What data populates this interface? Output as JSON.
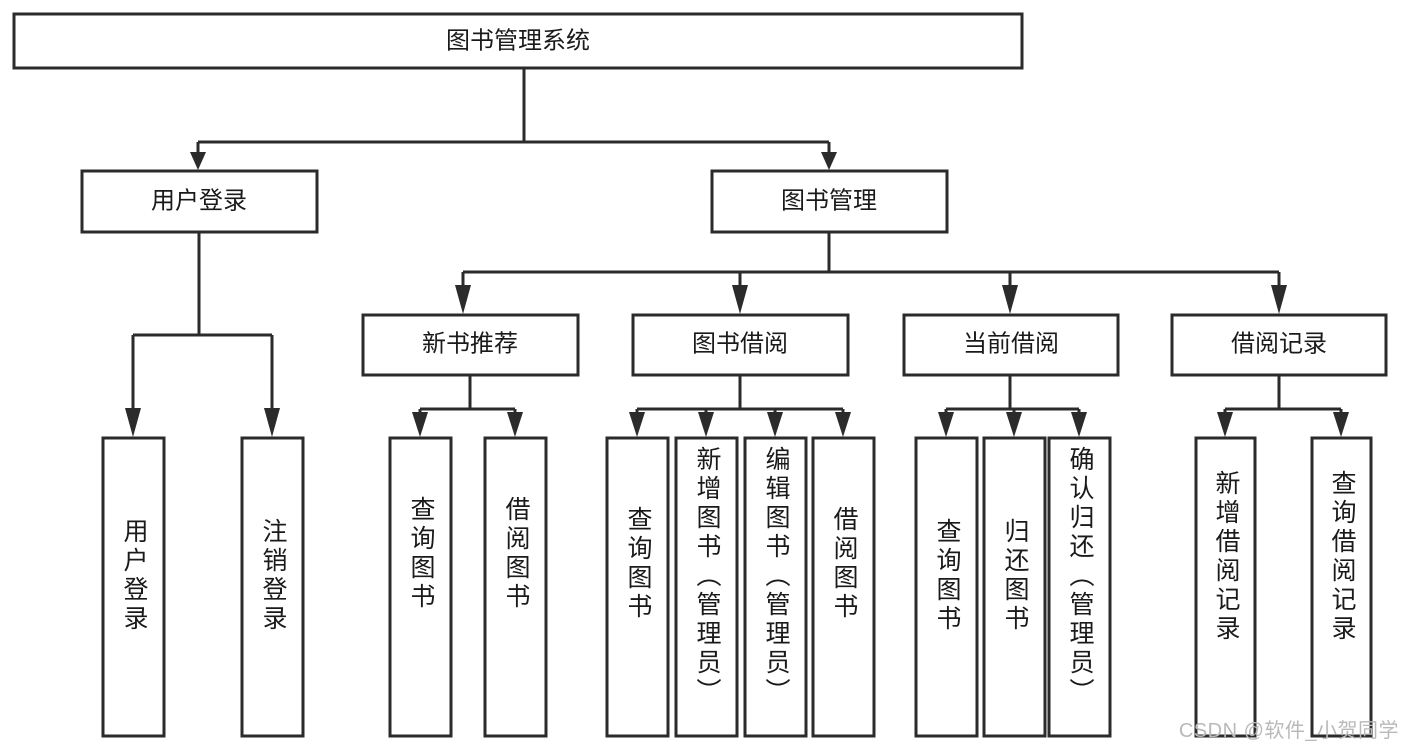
{
  "diagram": {
    "title_node": {
      "label": "图书管理系统"
    },
    "level2": [
      {
        "id": "user-login",
        "label": "用户登录"
      },
      {
        "id": "book-management",
        "label": "图书管理"
      }
    ],
    "level3": [
      {
        "id": "new-book-recommend",
        "label": "新书推荐"
      },
      {
        "id": "book-borrow",
        "label": "图书借阅"
      },
      {
        "id": "current-borrow",
        "label": "当前借阅"
      },
      {
        "id": "borrow-record",
        "label": "借阅记录"
      }
    ],
    "leaves": [
      {
        "id": "leaf-user-login",
        "label": "用户登录",
        "parent": "user-login"
      },
      {
        "id": "leaf-logout-login",
        "label": "注销登录",
        "parent": "user-login"
      },
      {
        "id": "leaf-query-book-1",
        "label": "查询图书",
        "parent": "new-book-recommend"
      },
      {
        "id": "leaf-borrow-book-1",
        "label": "借阅图书",
        "parent": "new-book-recommend"
      },
      {
        "id": "leaf-query-book-2",
        "label": "查询图书",
        "parent": "book-borrow"
      },
      {
        "id": "leaf-add-book",
        "label": "新增图书（管理员）",
        "parent": "book-borrow"
      },
      {
        "id": "leaf-edit-book",
        "label": "编辑图书（管理员）",
        "parent": "book-borrow"
      },
      {
        "id": "leaf-borrow-book-2",
        "label": "借阅图书",
        "parent": "book-borrow"
      },
      {
        "id": "leaf-query-book-3",
        "label": "查询图书",
        "parent": "current-borrow"
      },
      {
        "id": "leaf-return-book",
        "label": "归还图书",
        "parent": "current-borrow"
      },
      {
        "id": "leaf-confirm-return",
        "label": "确认归还（管理员）",
        "parent": "current-borrow"
      },
      {
        "id": "leaf-add-record",
        "label": "新增借阅记录",
        "parent": "borrow-record"
      },
      {
        "id": "leaf-query-record",
        "label": "查询借阅记录",
        "parent": "borrow-record"
      }
    ],
    "colors": {
      "stroke": "#2b2b2b",
      "fill": "#ffffff",
      "text": "#1a1a1a",
      "watermark": "#b9b9b9"
    }
  },
  "watermark": {
    "text": "CSDN @软件_小贺同学"
  }
}
